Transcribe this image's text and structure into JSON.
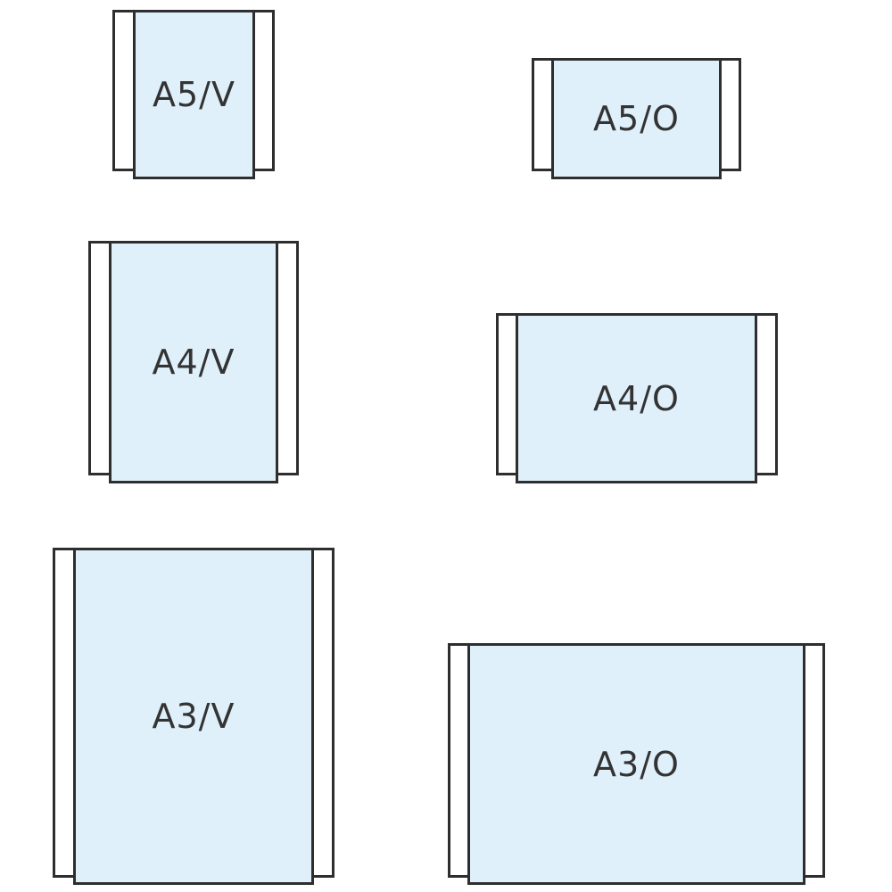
{
  "diagram": {
    "colors": {
      "panel_fill": "#dff0fb",
      "stroke": "#2e2e2e",
      "text": "#333333"
    },
    "items": [
      {
        "id": "a5v",
        "label": "A5/V"
      },
      {
        "id": "a5o",
        "label": "A5/O"
      },
      {
        "id": "a4v",
        "label": "A4/V"
      },
      {
        "id": "a4o",
        "label": "A4/O"
      },
      {
        "id": "a3v",
        "label": "A3/V"
      },
      {
        "id": "a3o",
        "label": "A3/O"
      }
    ]
  }
}
